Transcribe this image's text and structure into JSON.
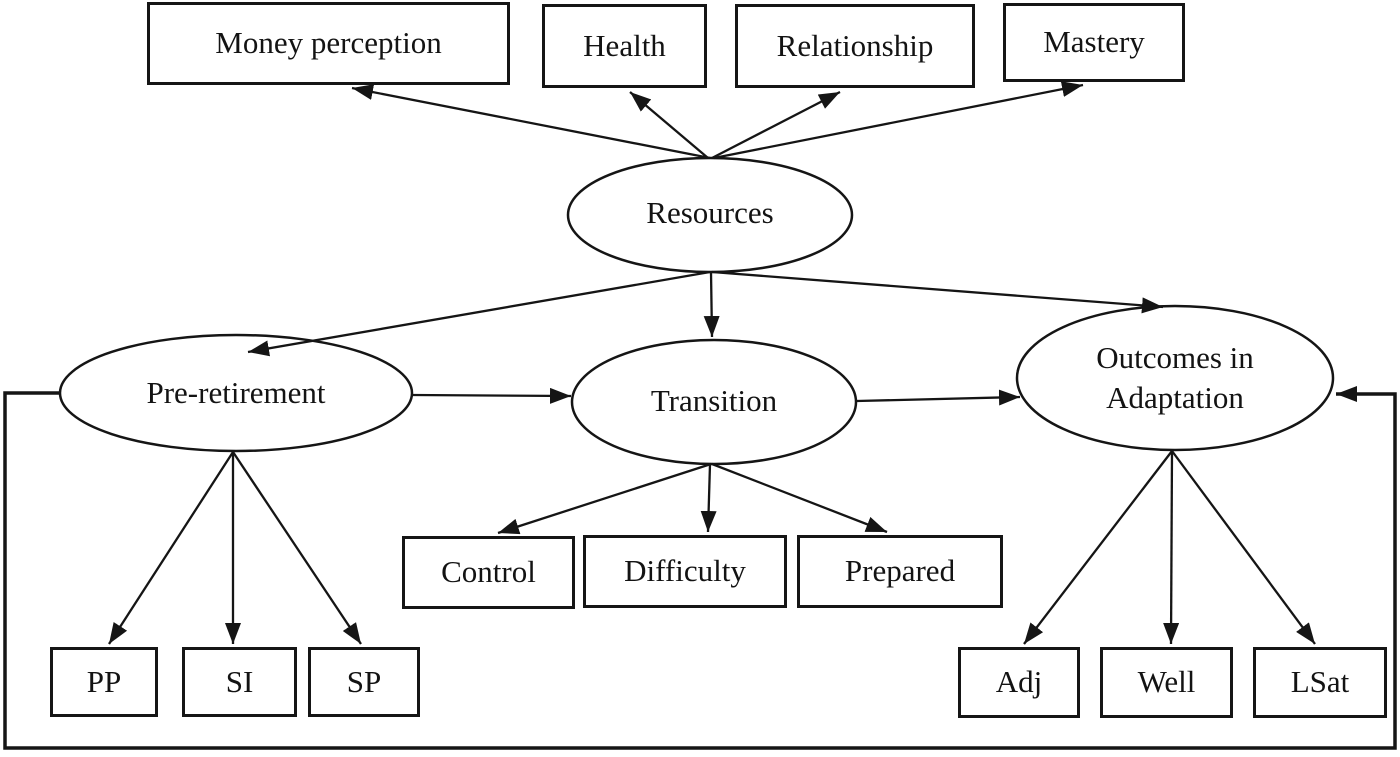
{
  "diagram": {
    "type": "structural-model-path-diagram",
    "colors": {
      "background": "#ffffff",
      "ink": "#151515"
    },
    "nodes": {
      "money_perception": {
        "label": "Money perception",
        "shape": "rect"
      },
      "health": {
        "label": "Health",
        "shape": "rect"
      },
      "relationship": {
        "label": "Relationship",
        "shape": "rect"
      },
      "mastery": {
        "label": "Mastery",
        "shape": "rect"
      },
      "resources": {
        "label": "Resources",
        "shape": "ellipse"
      },
      "pre_retirement": {
        "label": "Pre-retirement",
        "shape": "ellipse"
      },
      "transition": {
        "label": "Transition",
        "shape": "ellipse"
      },
      "outcomes": {
        "label": "Outcomes in Adaptation",
        "lines": [
          "Outcomes in",
          "Adaptation"
        ],
        "shape": "ellipse"
      },
      "control": {
        "label": "Control",
        "shape": "rect"
      },
      "difficulty": {
        "label": "Difficulty",
        "shape": "rect"
      },
      "prepared": {
        "label": "Prepared",
        "shape": "rect"
      },
      "pp": {
        "label": "PP",
        "shape": "rect"
      },
      "si": {
        "label": "SI",
        "shape": "rect"
      },
      "sp": {
        "label": "SP",
        "shape": "rect"
      },
      "adj": {
        "label": "Adj",
        "shape": "rect"
      },
      "well": {
        "label": "Well",
        "shape": "rect"
      },
      "lsat": {
        "label": "LSat",
        "shape": "rect"
      }
    },
    "edges": [
      {
        "from": "resources",
        "to": "money_perception"
      },
      {
        "from": "resources",
        "to": "health"
      },
      {
        "from": "resources",
        "to": "relationship"
      },
      {
        "from": "resources",
        "to": "mastery"
      },
      {
        "from": "resources",
        "to": "pre_retirement"
      },
      {
        "from": "resources",
        "to": "transition"
      },
      {
        "from": "resources",
        "to": "outcomes"
      },
      {
        "from": "pre_retirement",
        "to": "transition"
      },
      {
        "from": "transition",
        "to": "outcomes"
      },
      {
        "from": "pre_retirement",
        "to": "pp"
      },
      {
        "from": "pre_retirement",
        "to": "si"
      },
      {
        "from": "pre_retirement",
        "to": "sp"
      },
      {
        "from": "transition",
        "to": "control"
      },
      {
        "from": "transition",
        "to": "difficulty"
      },
      {
        "from": "transition",
        "to": "prepared"
      },
      {
        "from": "outcomes",
        "to": "adj"
      },
      {
        "from": "outcomes",
        "to": "well"
      },
      {
        "from": "outcomes",
        "to": "lsat"
      },
      {
        "from": "pre_retirement",
        "to": "outcomes",
        "route": "outer-frame-feedback"
      }
    ]
  }
}
